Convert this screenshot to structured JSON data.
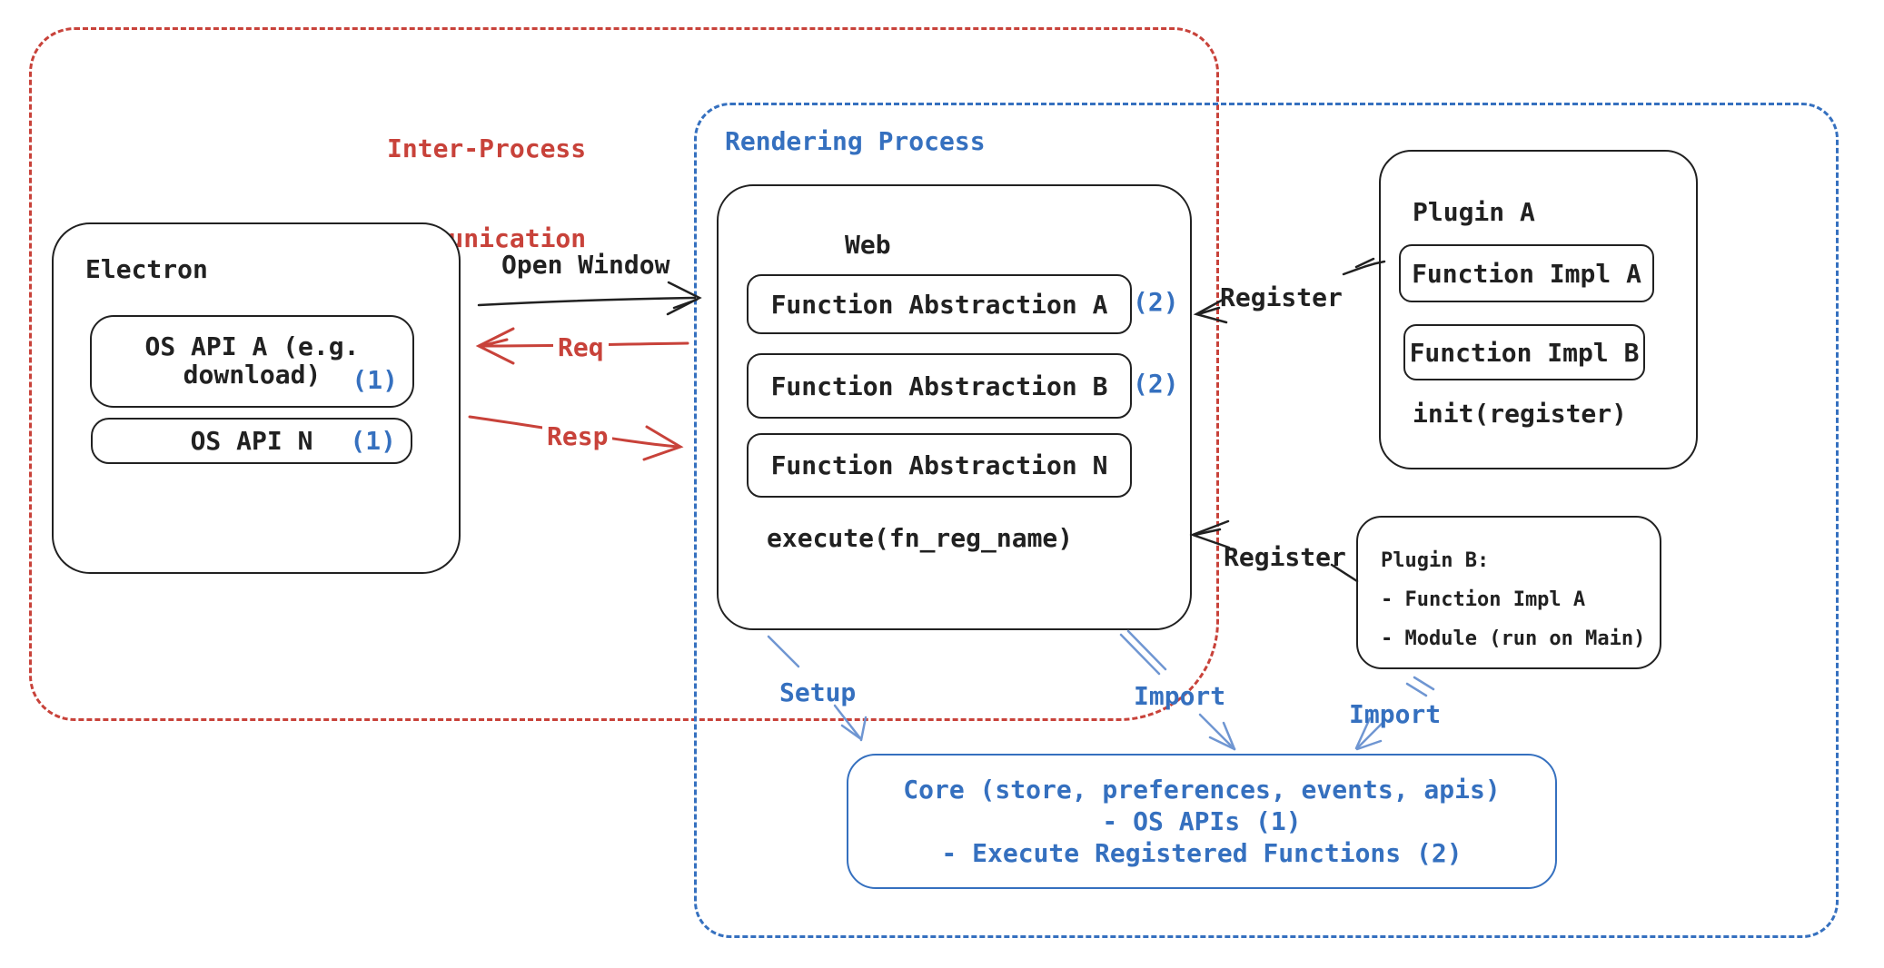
{
  "colors": {
    "red": "#c8423a",
    "blue": "#3570bf",
    "arrow_blue": "#6f96d2",
    "ink": "#212121"
  },
  "ipc_region": {
    "title_line1": "Inter-Process",
    "title_line2": "Communication"
  },
  "rendering_region": {
    "title": "Rendering Process"
  },
  "electron": {
    "title": "Electron",
    "api_a_line1": "OS API A (e.g.",
    "api_a_line2": "download)",
    "api_a_badge": "(1)",
    "api_n_label": "OS API N",
    "api_n_badge": "(1)"
  },
  "web": {
    "title": "Web",
    "rows": [
      {
        "label": "Function Abstraction A",
        "badge": "(2)"
      },
      {
        "label": "Function Abstraction B",
        "badge": "(2)"
      },
      {
        "label": "Function Abstraction N",
        "badge": ""
      }
    ],
    "footer": "execute(fn_reg_name)"
  },
  "plugin_a": {
    "title": "Plugin A",
    "impl_a": "Function Impl A",
    "impl_b": "Function Impl B",
    "footer": "init(register)"
  },
  "plugin_b": {
    "title": "Plugin B:",
    "line1": "- Function Impl A",
    "line2": "- Module (run on Main)"
  },
  "core": {
    "line1": "Core (store, preferences, events, apis)",
    "line2": "- OS APIs (1)",
    "line3": "- Execute Registered Functions (2)"
  },
  "arrows": {
    "open_window": "Open Window",
    "req": "Req",
    "resp": "Resp",
    "register_top": "Register",
    "register_bottom": "Register",
    "setup": "Setup",
    "import_web": "Import",
    "import_plugin": "Import"
  }
}
